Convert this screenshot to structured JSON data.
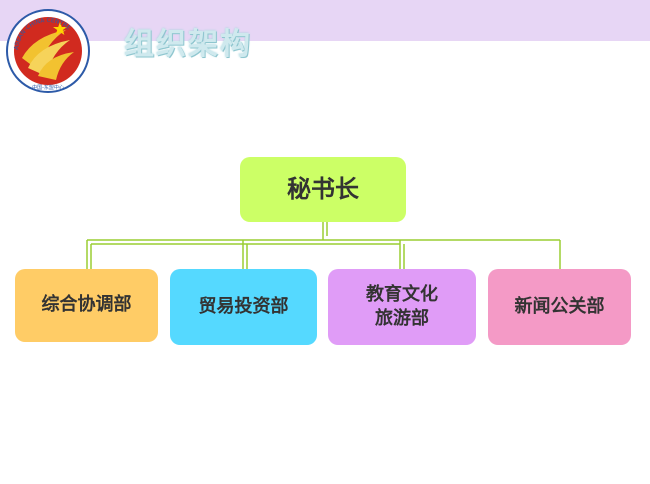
{
  "header": {
    "title": "组织架构",
    "band_color": "#e7d6f5",
    "logo_icon": "asean-china-centre-logo",
    "logo_arc_text": "ASEAN-CHINA CENTRE",
    "logo_bottom_text": "中国-东盟中心"
  },
  "org_chart": {
    "root": {
      "label": "秘书长",
      "color": "#ccff66"
    },
    "departments": [
      {
        "label": "综合协调部",
        "color": "#ffcc66"
      },
      {
        "label": "贸易投资部",
        "color": "#55d9ff"
      },
      {
        "label": "教育文化旅游部",
        "line1": "教育文化",
        "line2": "旅游部",
        "color": "#e09cf7"
      },
      {
        "label": "新闻公关部",
        "color": "#f49ac6"
      }
    ],
    "connector_color": "#9acd32"
  }
}
